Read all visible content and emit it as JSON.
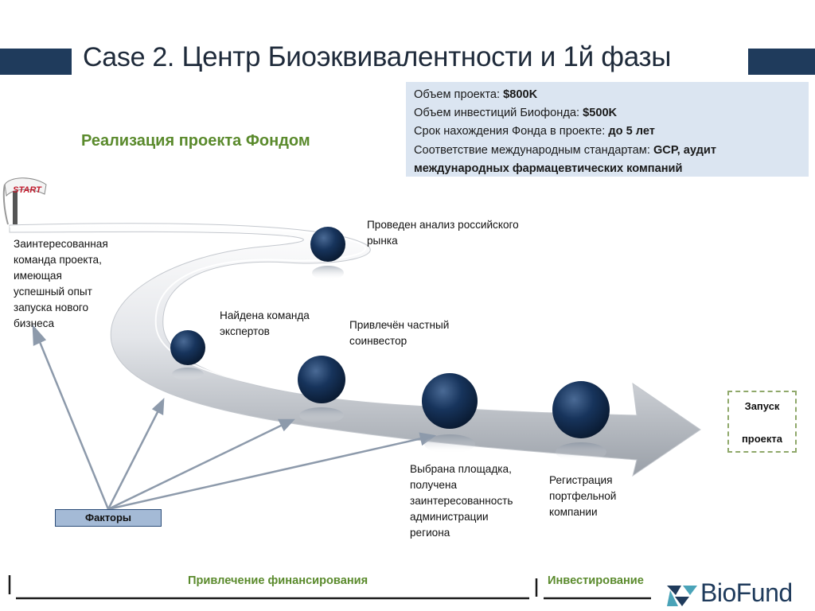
{
  "title": {
    "lead": "Case 2.",
    "main": "Центр Биоэквивалентности и 1й фазы"
  },
  "subtitle": "Реализация проекта Фондом",
  "info": {
    "line1_label": "Объем проекта: ",
    "line1_value": "$800K",
    "line2_label": "Объем инвестиций Биофонда: ",
    "line2_value": "$500K",
    "line3_label": "Срок нахождения Фонда в проекте: ",
    "line3_value": "до 5 лет",
    "line4_label": "Соответствие международным стандартам: ",
    "line4_value": "GCP, аудит",
    "line5_value": "международных фармацевтических компаний"
  },
  "start_sign": "START",
  "milestones": {
    "team": [
      "Заинтересованная",
      "команда проекта,",
      "имеющая",
      "успешный опыт",
      "запуска нового",
      "бизнеса"
    ],
    "experts": [
      "Найдена команда",
      "экспертов"
    ],
    "market": [
      "Проведен анализ российского",
      "рынка"
    ],
    "coinvestor": [
      "Привлечён частный",
      "соинвестор"
    ],
    "site": [
      "Выбрана площадка,",
      "получена",
      "заинтересованность",
      "администрации",
      "региона"
    ],
    "registration": [
      "Регистрация",
      "портфельной",
      "компании"
    ]
  },
  "factors_label": "Факторы",
  "launch": {
    "line1": "Запуск",
    "line2": "проекта"
  },
  "footer": {
    "financing": "Привлечение финансирования",
    "investing": "Инвестирование"
  },
  "logo": {
    "text": "BioFund"
  },
  "colors": {
    "header_bar": "#1f3b5c",
    "accent_green": "#5a8a2c",
    "info_bg": "#dbe5f1",
    "ball": "#0f2440",
    "factors_bg": "#a4bad6"
  }
}
